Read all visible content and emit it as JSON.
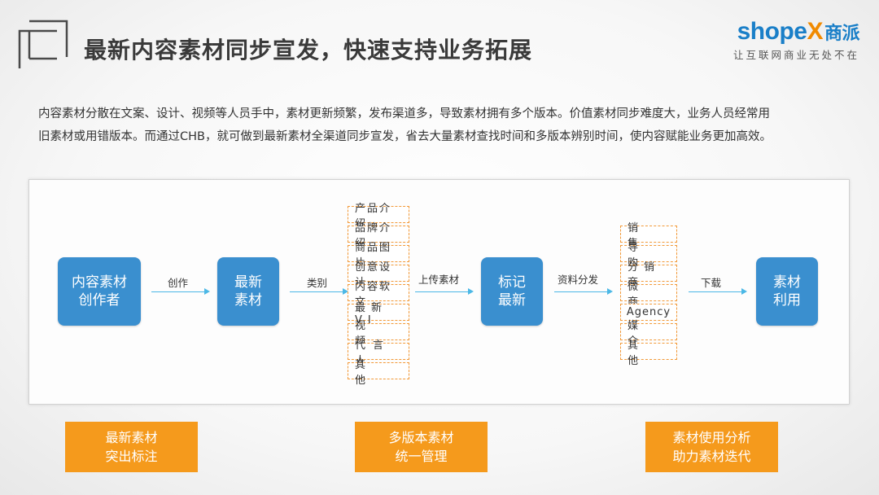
{
  "header": {
    "title": "最新内容素材同步宣发，快速支持业务拓展",
    "brand_name_a": "shope",
    "brand_name_x": "X",
    "brand_name_cn": "商派",
    "brand_tagline": "让互联网商业无处不在"
  },
  "intro": {
    "line1": "内容素材分散在文案、设计、视频等人员手中，素材更新频繁，发布渠道多，导致素材拥有多个版本。价值素材同步难度大，业务人员经常用",
    "line2": "旧素材或用错版本。而通过CHB，就可做到最新素材全渠道同步宣发，省去大量素材查找时间和多版本辨别时间，使内容赋能业务更加高效。"
  },
  "flow": {
    "nodes": [
      {
        "line1": "内容素材",
        "line2": "创作者"
      },
      {
        "line1": "最新",
        "line2": "素材"
      },
      {
        "line1": "标记",
        "line2": "最新"
      },
      {
        "line1": "素材",
        "line2": "利用"
      }
    ],
    "arrows": [
      "创作",
      "类别",
      "上传素材",
      "资料分发",
      "下载"
    ],
    "categories": [
      "产品介绍",
      "品牌介绍",
      "商品图片",
      "创意设计",
      "内容软文",
      "最新VI",
      "视频",
      "代言人",
      "其他"
    ],
    "channels": [
      "销售",
      "导购",
      "分销商",
      "微商",
      "Agency",
      "媒介",
      "其他"
    ]
  },
  "benefits": [
    {
      "line1": "最新素材",
      "line2": "突出标注"
    },
    {
      "line1": "多版本素材",
      "line2": "统一管理"
    },
    {
      "line1": "素材使用分析",
      "line2": "助力素材迭代"
    }
  ],
  "colors": {
    "node_blue": "#3a8fcf",
    "arrow_cyan": "#4cb8e6",
    "tag_border_orange": "#f29a3a",
    "benefit_orange": "#f59a1c",
    "brand_blue": "#1a7fc8",
    "brand_orange": "#f08a00"
  }
}
